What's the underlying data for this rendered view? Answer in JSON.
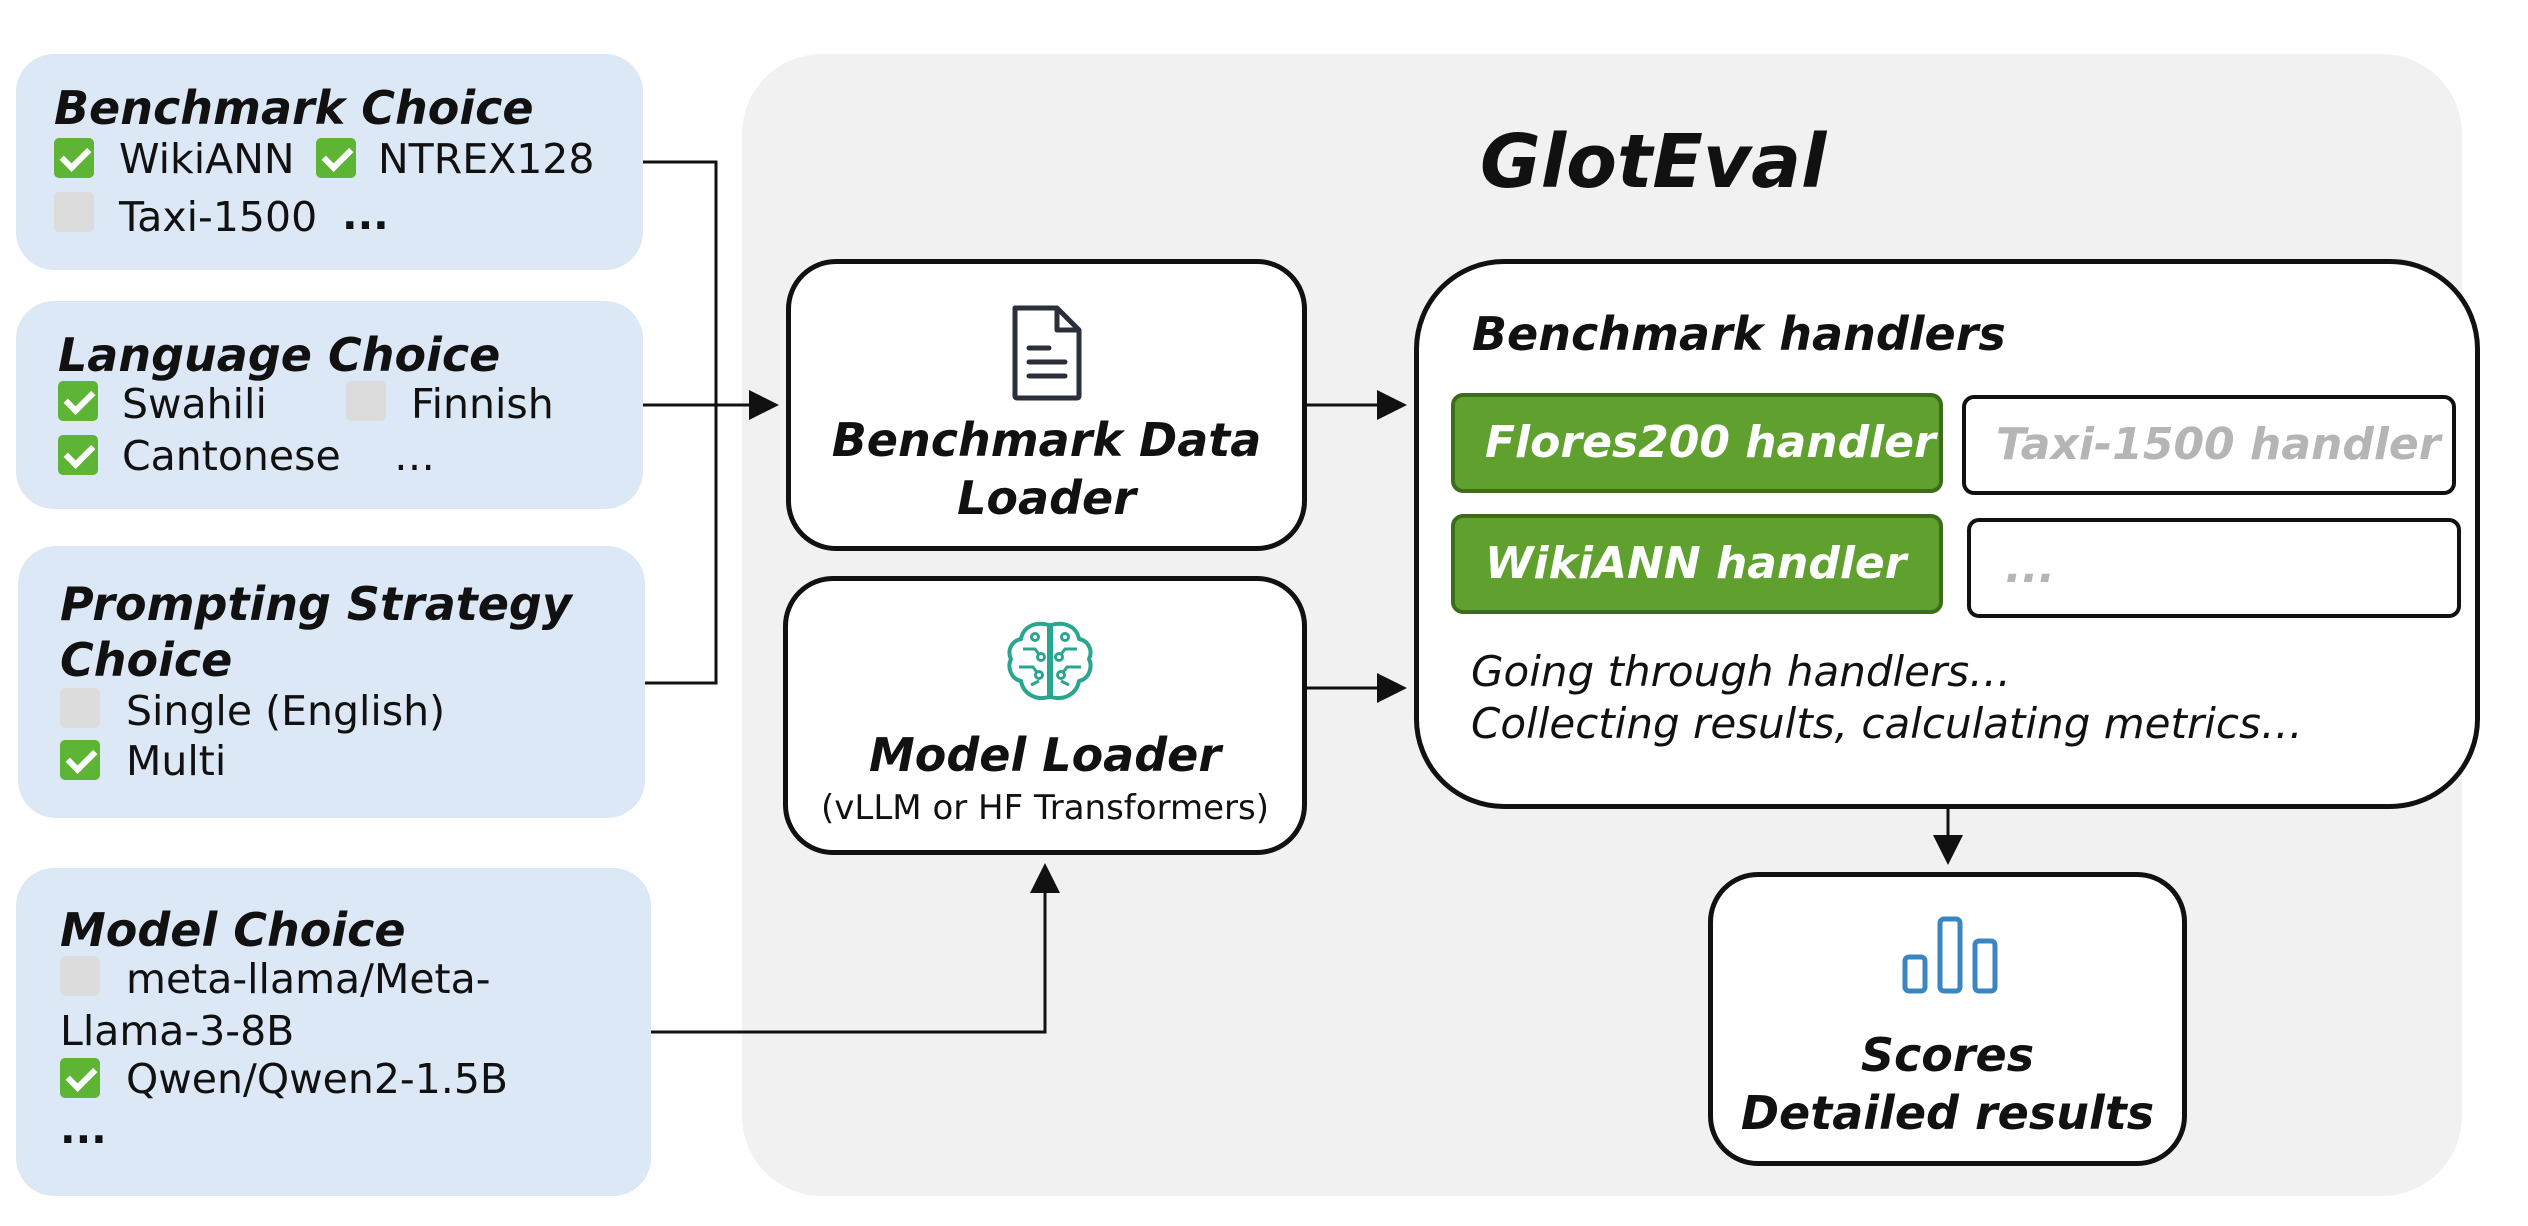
{
  "benchmark_choice": {
    "title": "Benchmark Choice",
    "options": [
      {
        "label": "WikiANN",
        "checked": true
      },
      {
        "label": "NTREX128",
        "checked": true
      },
      {
        "label": "Taxi-1500",
        "checked": false
      }
    ],
    "more": "..."
  },
  "language_choice": {
    "title": "Language Choice",
    "options": [
      {
        "label": "Swahili",
        "checked": true
      },
      {
        "label": "Finnish",
        "checked": false
      },
      {
        "label": "Cantonese",
        "checked": true
      }
    ],
    "more": "…"
  },
  "prompting_choice": {
    "title_line1": "Prompting Strategy",
    "title_line2": "Choice",
    "options": [
      {
        "label": "Single (English)",
        "checked": false
      },
      {
        "label": "Multi",
        "checked": true
      }
    ]
  },
  "model_choice": {
    "title": "Model Choice",
    "options": [
      {
        "label_line1": "meta-llama/Meta-",
        "label_line2": "Llama-3-8B",
        "checked": false
      },
      {
        "label": "Qwen/Qwen2-1.5B",
        "checked": true
      }
    ],
    "more": "..."
  },
  "main": {
    "title": "GlotEval",
    "data_loader": {
      "line1": "Benchmark Data",
      "line2": "Loader",
      "icon": "document-icon"
    },
    "model_loader": {
      "title": "Model Loader",
      "subtitle": "(vLLM or HF Transformers)",
      "icon": "ai-brain-icon"
    },
    "handlers": {
      "title": "Benchmark handlers",
      "items": [
        {
          "label": "Flores200 handler",
          "active": true
        },
        {
          "label": "Taxi-1500 handler",
          "active": false
        },
        {
          "label": "WikiANN handler",
          "active": true
        },
        {
          "label": "...",
          "active": false
        }
      ],
      "status_line1": "Going through handlers…",
      "status_line2": "Collecting results, calculating metrics…"
    },
    "scores": {
      "line1": "Scores",
      "line2": "Detailed results",
      "icon": "bar-chart-icon"
    }
  },
  "colors": {
    "option_panel_bg": "#dce8f5",
    "main_panel_bg": "#f1f1f1",
    "active_handler": "#5fa02f",
    "icon_dark": "#2a2f3a",
    "icon_teal": "#2aa58e",
    "icon_blue": "#3a86c0"
  }
}
